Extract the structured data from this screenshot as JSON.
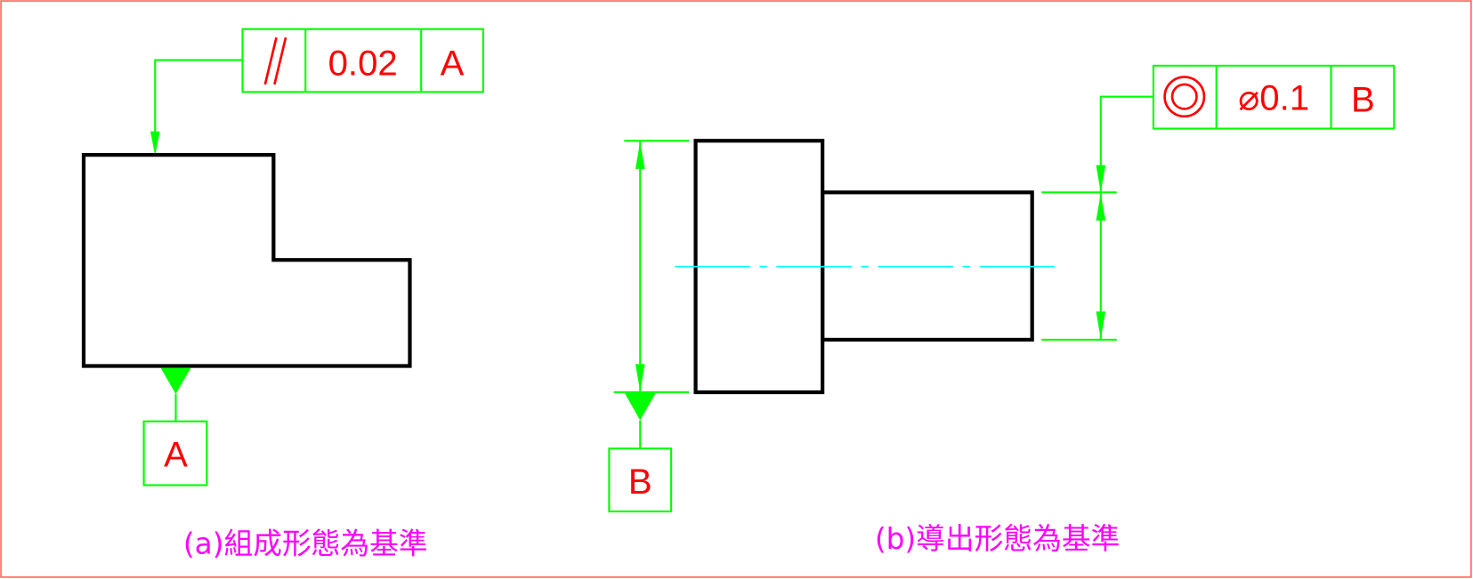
{
  "colors": {
    "outline": "#000000",
    "annotation": "#00ff00",
    "symbol_text": "#ff0000",
    "caption": "#ff00ff",
    "centerline": "#00ffff",
    "border": "#ff6060"
  },
  "figure_a": {
    "fcf": {
      "symbol": "//",
      "symbol_name": "parallelism",
      "tolerance": "0.02",
      "datum": "A"
    },
    "datum_label": "A",
    "caption": "(a)組成形態為基準"
  },
  "figure_b": {
    "fcf": {
      "symbol_name": "concentricity",
      "tolerance": "⌀0.1",
      "datum": "B"
    },
    "datum_label": "B",
    "caption": "(b)導出形態為基準"
  }
}
